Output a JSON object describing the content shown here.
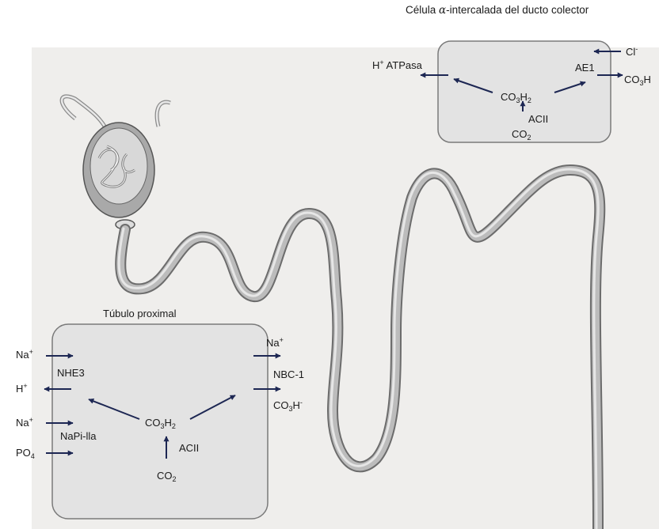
{
  "collecting_duct": {
    "title_pre": "Célula ",
    "title_symbol": "α",
    "title_post": "-intercalada del ducto colector",
    "cl": {
      "base": "Cl",
      "sup": "-"
    },
    "hplus_atpasa": {
      "base": "H",
      "sup": "+",
      "rest": " ATPasa"
    },
    "ae1": "AE1",
    "co3h": {
      "a": "CO",
      "sub": "3",
      "b": "H"
    },
    "co3h2": {
      "a": "CO",
      "sub1": "3",
      "b": "H",
      "sub2": "2"
    },
    "acii": "ACII",
    "co2": {
      "a": "CO",
      "sub": "2"
    }
  },
  "proximal_tubule": {
    "title": "Túbulo proximal",
    "na_top": {
      "base": "Na",
      "sup": "+"
    },
    "nhe3": "NHE3",
    "h": {
      "base": "H",
      "sup": "+"
    },
    "na_mid": {
      "base": "Na",
      "sup": "+"
    },
    "napi": "NaPi-lla",
    "po4": {
      "a": "PO",
      "sub": "4"
    },
    "na_right": {
      "base": "Na",
      "sup": "+"
    },
    "nbc1": "NBC-1",
    "co3h_minus": {
      "a": "CO",
      "sub": "3",
      "b": "H",
      "sup": "-"
    },
    "co3h2": {
      "a": "CO",
      "sub1": "3",
      "b": "H",
      "sub2": "2"
    },
    "acii": "ACII",
    "co2": {
      "a": "CO",
      "sub": "2"
    }
  },
  "colors": {
    "arrow": "#1d2753",
    "box_fill": "#e3e3e3",
    "box_stroke": "#7a7a7a",
    "tubule": "#b8b8b8"
  }
}
